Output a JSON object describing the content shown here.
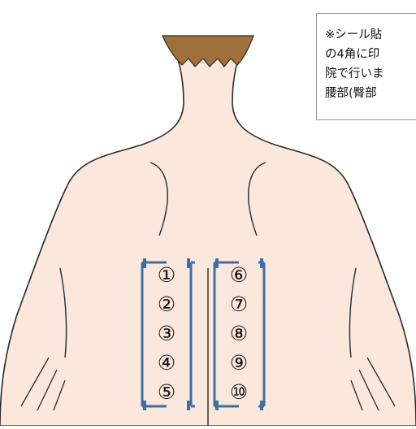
{
  "note": {
    "lines": [
      "※シール貼",
      "の4角に印",
      "院で行いま",
      "腰部(臀部"
    ]
  },
  "left_group": {
    "markers": [
      "①",
      "②",
      "③",
      "④",
      "⑤"
    ]
  },
  "right_group": {
    "markers": [
      "⑥",
      "⑦",
      "⑧",
      "⑨",
      "⑩"
    ]
  },
  "colors": {
    "skin": "#fbe7dc",
    "outline": "#2a2a2a",
    "hair": "#a0703a",
    "bracket": "#3c6fa6"
  }
}
